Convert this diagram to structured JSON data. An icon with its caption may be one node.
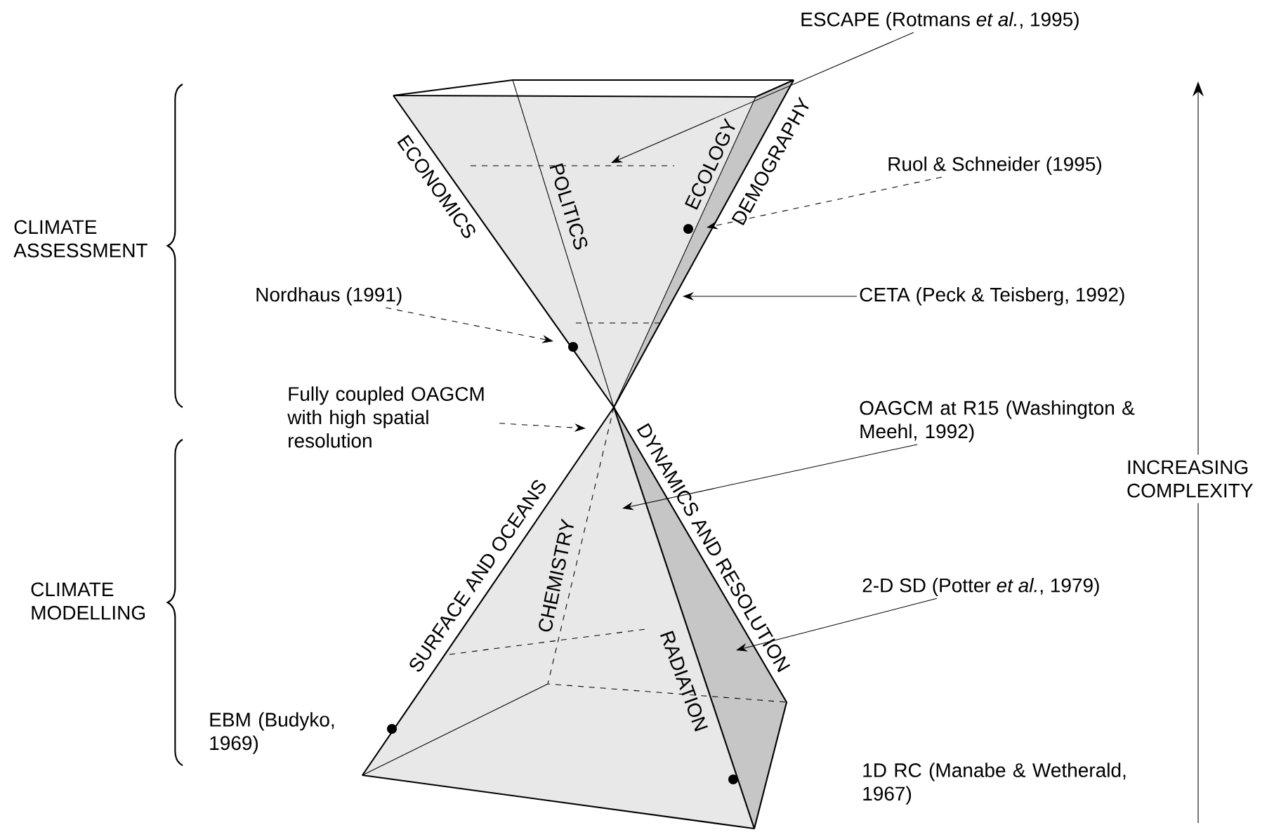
{
  "diagram": {
    "nodes": [
      {
        "text": [
          "ESCAPE (Rotmans *et al.*, 1995)"
        ]
      },
      {
        "text": [
          "Ruol & Schneider (1995)"
        ]
      },
      {
        "text": [
          "CETA (Peck & Teisberg, 1992)"
        ]
      },
      {
        "text": [
          "Nordhaus (1991)"
        ]
      },
      {
        "text": [
          "OAGCM at R15 (Washington & Meehl, 1992)"
        ]
      },
      {
        "text": [
          "Fully coupled OAGCM with high spatial resolution"
        ]
      },
      {
        "text": [
          "2-D SD (Potter *et al.*, 1979)"
        ]
      },
      {
        "text": [
          "ECONOMICS",
          "POLITICS",
          "ECOLOGY",
          "DEMOGRAPHY"
        ]
      },
      {
        "text": [
          "SURFACE AND OCEANS",
          "CHEMISTRY",
          "DYNAMICS AND RESOLUTION",
          "RADIATION"
        ]
      }
    ],
    "edges": [
      {
        "from": 0,
        "to": 7,
        "arrow": "to"
      },
      {
        "from": 1,
        "to": 7,
        "arrow": "to",
        "style": "dashed"
      },
      {
        "from": 2,
        "to": 7,
        "arrow": "to"
      },
      {
        "from": 3,
        "to": 7,
        "arrow": "to",
        "style": "dashed"
      },
      {
        "from": 4,
        "to": 8,
        "arrow": "to"
      },
      {
        "from": 5,
        "to": 8,
        "arrow": "to",
        "style": "dashed"
      },
      {
        "from": 6,
        "to": 8,
        "arrow": "to"
      }
    ],
    "labels": [
      "CLIMATE ASSESSMENT",
      "CLIMATE MODELLING",
      "INCREASING COMPLEXITY",
      "EBM (Budyko, 1969)",
      "1D RC (Manabe & Wetherald, 1967)"
    ]
  }
}
